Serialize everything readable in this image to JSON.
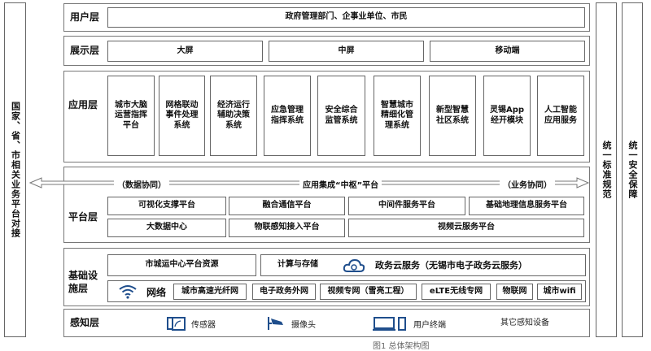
{
  "left_column": "国家、省、市相关业务平台对接",
  "right_columns": [
    "统一标准规范",
    "统一安全保障"
  ],
  "user_layer": {
    "label": "用户层",
    "content": "政府管理部门、企事业单位、市民"
  },
  "display_layer": {
    "label": "展示层",
    "items": [
      "大屏",
      "中屏",
      "移动端"
    ]
  },
  "app_layer": {
    "label": "应用层",
    "items": [
      "城市大脑运营指挥平台",
      "网格联动事件处理系统",
      "经济运行辅助决策系统",
      "应急管理指挥系统",
      "安全综合监管系统",
      "智慧城市精细化管理系统",
      "新型智慧社区系统",
      "灵锡App经开模块",
      "人工智能应用服务"
    ]
  },
  "platform_layer": {
    "label": "平台层",
    "hub_left": "（数据协同）",
    "hub_center": "应用集成“中枢”平台",
    "hub_right": "（业务协同）",
    "row1": [
      "可视化支撑平台",
      "融合通信平台",
      "中间件服务平台",
      "基础地理信息服务平台"
    ],
    "row2": [
      "大数据中心",
      "物联感知接入平台",
      "视频云服务平台"
    ]
  },
  "infra_layer": {
    "label": "基础设施层",
    "resource": "市城运中心平台资源",
    "compute": "计算与存储",
    "cloud": "政务云服务（无锡市电子政务云服务）",
    "network_label": "网络",
    "networks": [
      "城市高速光纤网",
      "电子政务外网",
      "视频专网（雪亮工程）",
      "eLTE无线专网",
      "物联网",
      "城市wifi"
    ]
  },
  "perception_layer": {
    "label": "感知层",
    "items": [
      "传感器",
      "摄像头",
      "用户终端",
      "其它感知设备"
    ]
  },
  "caption": "图1 总体架构图",
  "colors": {
    "icon": "#1f4e8c",
    "border": "#666666"
  }
}
